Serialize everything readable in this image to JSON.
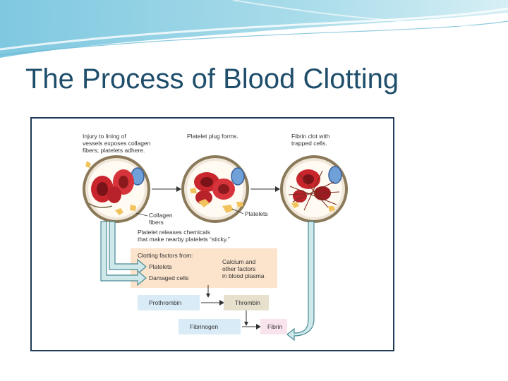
{
  "slide": {
    "title": "The Process of Blood Clotting"
  },
  "figure": {
    "step1": [
      "Injury to lining of",
      "vessels exposes collagen",
      "fibers; platelets adhere."
    ],
    "step2": "Platelet plug forms.",
    "step3": [
      "Fibrin clot with",
      "trapped cells."
    ],
    "collagen": [
      "Collagen",
      "fibers"
    ],
    "platelets_label": "Platelets",
    "release": [
      "Platelet releases chemicals",
      "that make nearby platelets “sticky.”"
    ],
    "factors_heading": "Clotting factors from:",
    "factors_platelets": "Platelets",
    "factors_damaged": "Damaged cells",
    "calcium": [
      "Calcium and",
      "other factors",
      "in blood plasma"
    ],
    "prothrombin": "Prothrombin",
    "thrombin": "Thrombin",
    "fibrinogen": "Fibrinogen",
    "fibrin": "Fibrin"
  },
  "colors": {
    "title": "#1f4e6b",
    "peach_panel": "#fbe3cc",
    "blue_box": "#d9ebf7",
    "tan_box": "#e6e0cc",
    "pink_box": "#f9e3ec",
    "arrow_fill": "#cfe8ea",
    "red_cell": "#c8262c"
  }
}
